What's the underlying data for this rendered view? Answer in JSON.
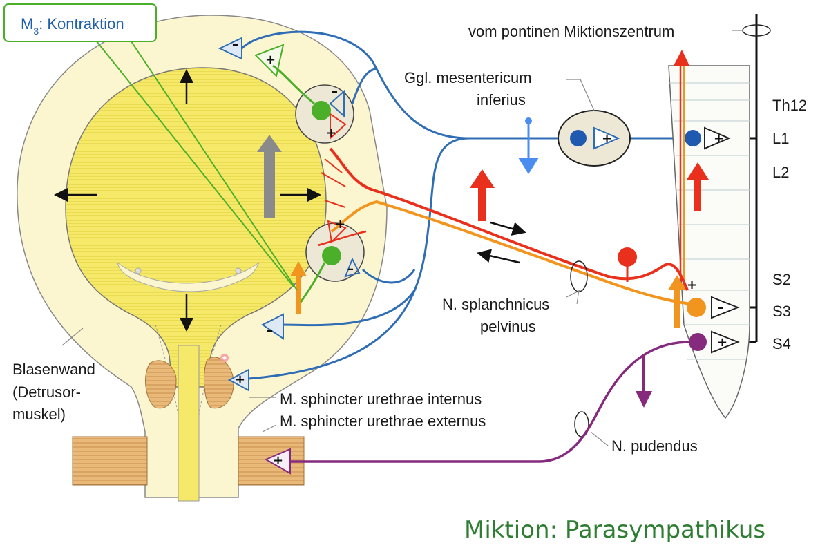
{
  "title": "Miktion: Parasympathikus",
  "labels": {
    "m3_main": "M",
    "m3_sub": "3",
    "m3_rest": ": Kontraktion",
    "pontine": "vom pontinen Miktionszentrum",
    "ggl_line1": "Ggl. mesentericum",
    "ggl_line2": "inferius",
    "splanch_line1": "N. splanchnicus",
    "splanch_line2": "pelvinus",
    "blasenwand_line1": "Blasenwand",
    "blasenwand_line2": "(Detrusor-",
    "blasenwand_line3": "muskel)",
    "sph_int": "M. sphincter urethrae internus",
    "sph_ext": "M. sphincter urethrae externus",
    "pudendus": "N. pudendus"
  },
  "levels": [
    "Th12",
    "L1",
    "L2",
    "S2",
    "S3",
    "S4"
  ],
  "signs": {
    "plus": "+",
    "minus": "–"
  },
  "colors": {
    "bladder_fill": "#f6e96a",
    "bladder_wall": "#fbf6cf",
    "sympathetic": "#2f6db5",
    "parasympathetic": "#e8301c",
    "afferent": "#f2951f",
    "somatic": "#862a7e",
    "receptor": "#4caf2a",
    "muscle": "#e9b97a",
    "title": "#2f7d32"
  },
  "icons": [
    "arrow-up-icon",
    "arrow-down-icon",
    "ganglion-icon",
    "synapse-icon"
  ]
}
